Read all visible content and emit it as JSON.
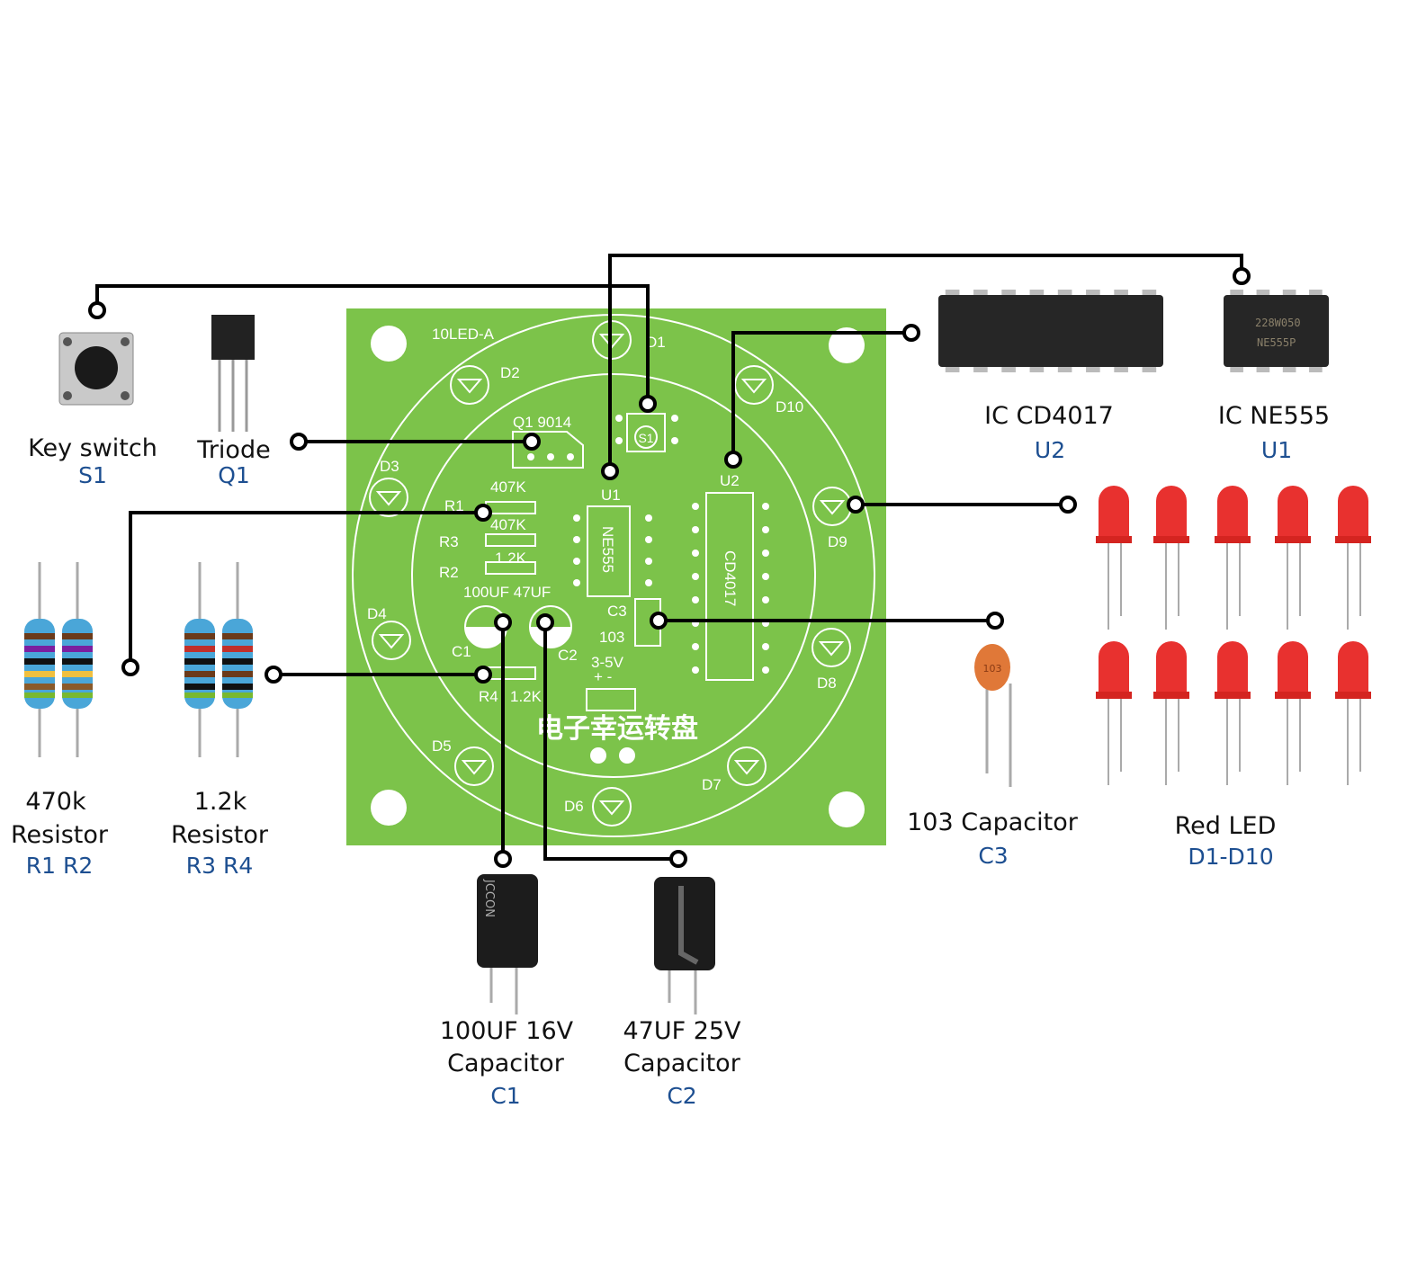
{
  "components": {
    "key_switch": {
      "label": "Key switch",
      "ref": "S1"
    },
    "triode": {
      "label": "Triode",
      "ref": "Q1"
    },
    "r470k": {
      "label_1": "470k",
      "label_2": "Resistor",
      "ref": "R1 R2"
    },
    "r1_2k": {
      "label_1": "1.2k",
      "label_2": "Resistor",
      "ref": "R3 R4"
    },
    "cd4017": {
      "label": "IC CD4017",
      "ref": "U2"
    },
    "ne555": {
      "label": "IC NE555",
      "ref": "U1",
      "marking_1": "228W050",
      "marking_2": "NE555P"
    },
    "c3": {
      "label": "103 Capacitor",
      "ref": "C3",
      "marking": "103"
    },
    "led": {
      "label": "Red LED",
      "ref": "D1-D10"
    },
    "c1": {
      "label_1": "100UF  16V",
      "label_2": "Capacitor",
      "ref": "C1",
      "marking": "JCCON"
    },
    "c2": {
      "label_1": "47UF  25V",
      "label_2": "Capacitor",
      "ref": "C2"
    }
  },
  "pcb": {
    "board_name": "10LED-A",
    "title_cn": "电子幸运转盘",
    "q1": "Q1  9014",
    "s1": "S1",
    "u1": "U1",
    "u1_chip": "NE555",
    "u2": "U2",
    "u2_chip": "CD4017",
    "r1": "R1",
    "r1_val": "407K",
    "r3": "R3",
    "r3_val": "407K",
    "r2": "R2",
    "r2_val": "1.2K",
    "r4": "R4",
    "r4_val": "1.2K",
    "caps_val": "100UF 47UF",
    "c1": "C1",
    "c2": "C2",
    "c3": "C3",
    "c3_val": "103",
    "power": "3-5V",
    "power_pol": "+  -",
    "leds": [
      "D1",
      "D2",
      "D3",
      "D4",
      "D5",
      "D6",
      "D7",
      "D8",
      "D9",
      "D10"
    ]
  },
  "colors": {
    "pcb": "#7cc34a",
    "ref_text": "#1d4f91",
    "led": "#e8312f"
  }
}
